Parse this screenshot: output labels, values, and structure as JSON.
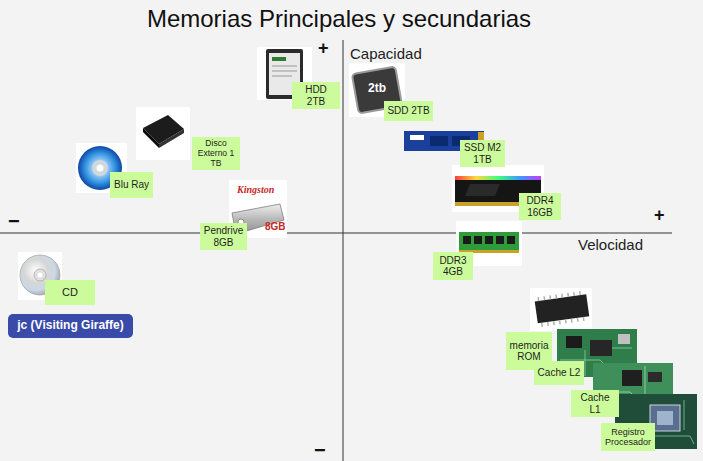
{
  "diagram": {
    "title": "Memorias Principales y secundarias",
    "nodes": [
      {
        "text": [
          "HDD 2TB"
        ]
      },
      {
        "text": [
          "SDD 2TB"
        ]
      },
      {
        "text": [
          "Disco Externo 1 TB"
        ]
      },
      {
        "text": [
          "SSD M2 1TB"
        ]
      },
      {
        "text": [
          "Blu Ray"
        ]
      },
      {
        "text": [
          "DDR4 16GB"
        ]
      },
      {
        "text": [
          "Pendrive 8GB"
        ]
      },
      {
        "text": [
          "DDR3 4GB"
        ]
      },
      {
        "text": [
          "CD"
        ]
      },
      {
        "text": [
          "jc (Visiting Giraffe)"
        ]
      },
      {
        "text": [
          "memoria ROM"
        ]
      },
      {
        "text": [
          "Cache L2"
        ]
      },
      {
        "text": [
          "Cache L1"
        ]
      },
      {
        "text": [
          "Registro Procesador"
        ]
      }
    ],
    "labels": [
      "+",
      "Capacidad",
      "−",
      "+",
      "Velocidad",
      "−",
      "Kingston",
      "8GB",
      "2tb"
    ]
  }
}
